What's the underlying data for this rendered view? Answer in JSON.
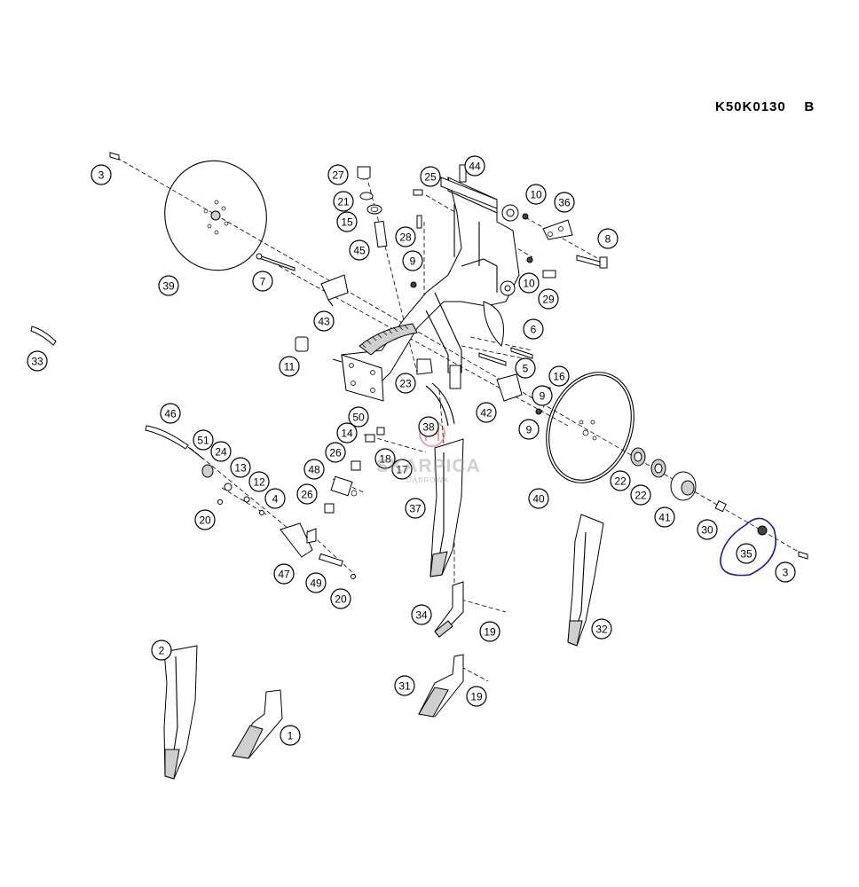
{
  "header": {
    "drawing_code": "K50K0130    B"
  },
  "watermark": {
    "name": "SKARPICA",
    "subtitle": "DĄBROWA"
  },
  "highlight": {
    "color": "#1a1aa0",
    "target": "35"
  },
  "part_labels": [
    "1",
    "2",
    "3",
    "3",
    "4",
    "5",
    "6",
    "7",
    "8",
    "9",
    "9",
    "9",
    "10",
    "10",
    "11",
    "12",
    "13",
    "14",
    "15",
    "16",
    "17",
    "18",
    "19",
    "19",
    "20",
    "20",
    "21",
    "22",
    "22",
    "23",
    "24",
    "25",
    "26",
    "26",
    "27",
    "28",
    "29",
    "30",
    "31",
    "32",
    "33",
    "34",
    "35",
    "36",
    "37",
    "38",
    "39",
    "40",
    "41",
    "42",
    "43",
    "44",
    "45",
    "46",
    "47",
    "48",
    "49",
    "50",
    "51"
  ]
}
